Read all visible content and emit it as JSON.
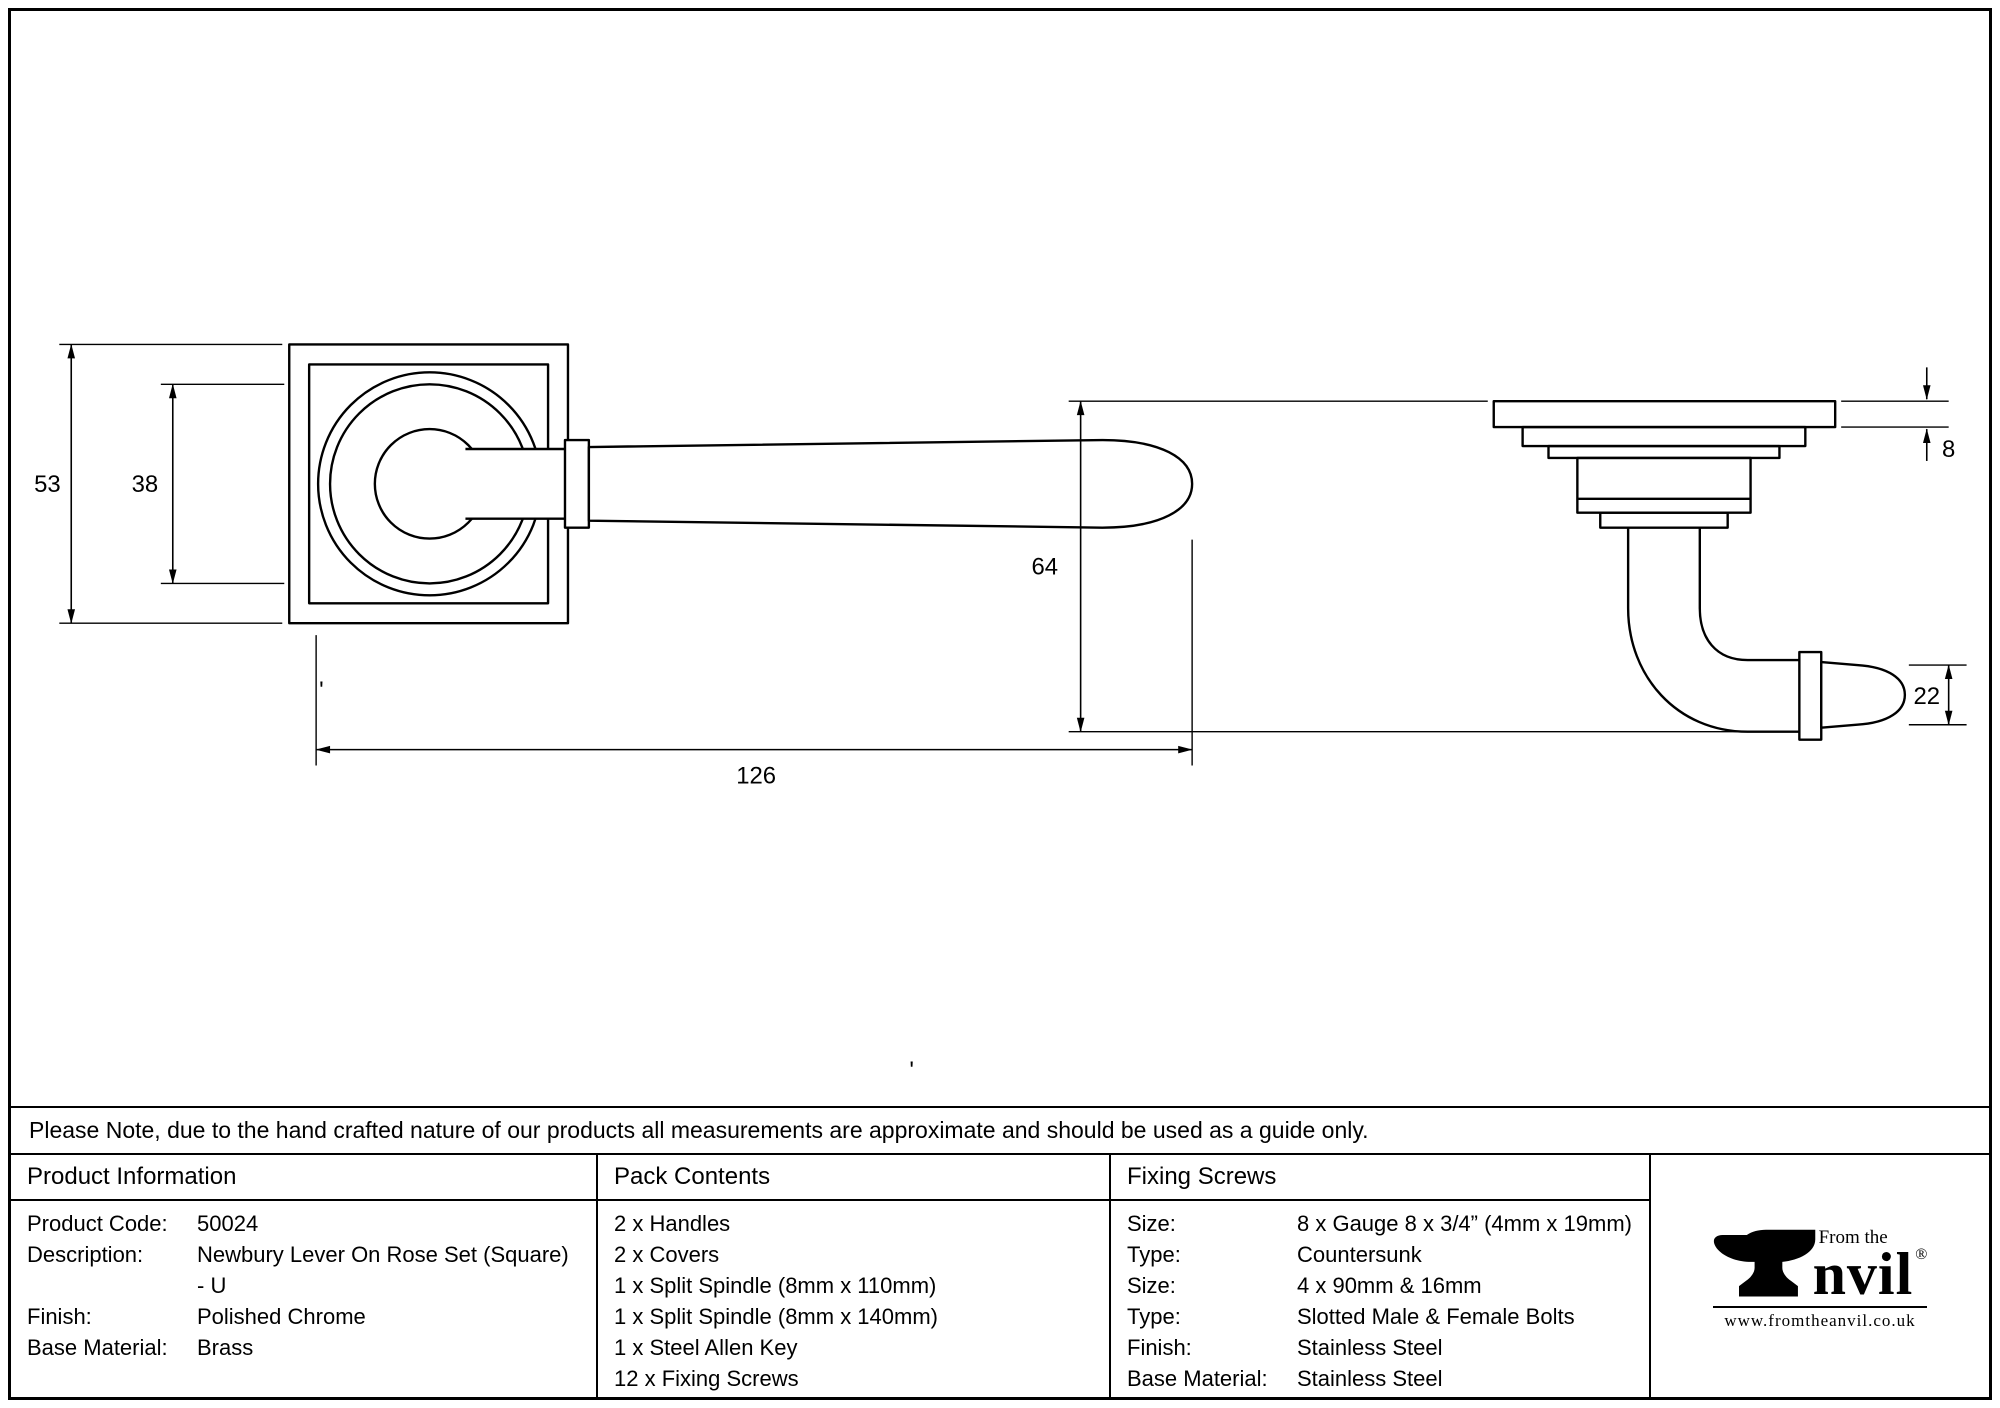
{
  "drawing": {
    "front_view": {
      "dim_height_outer": "53",
      "dim_height_inner": "38",
      "dim_length": "126"
    },
    "side_view": {
      "dim_rose_thickness": "8",
      "dim_projection": "64",
      "dim_grip": "22"
    },
    "artifact_marks": [
      "'",
      "'"
    ]
  },
  "note": "Please Note, due to the hand crafted nature of our products all measurements are approximate and should be used as a guide only.",
  "table": {
    "product_information": {
      "header": "Product Information",
      "rows": [
        {
          "label": "Product Code:",
          "value": "50024"
        },
        {
          "label": "Description:",
          "value": "Newbury Lever On Rose Set (Square) - U"
        },
        {
          "label": "Finish:",
          "value": "Polished Chrome"
        },
        {
          "label": "Base Material:",
          "value": "Brass"
        }
      ]
    },
    "pack_contents": {
      "header": "Pack Contents",
      "items": [
        "2 x Handles",
        "2 x Covers",
        "1 x Split Spindle (8mm x 110mm)",
        "1 x Split Spindle (8mm x 140mm)",
        "1 x Steel Allen Key",
        "12 x Fixing Screws"
      ]
    },
    "fixing_screws": {
      "header": "Fixing Screws",
      "rows": [
        {
          "label": "Size:",
          "value": "8 x Gauge 8 x 3/4” (4mm x 19mm)"
        },
        {
          "label": "Type:",
          "value": "Countersunk"
        },
        {
          "label": "Size:",
          "value": "4 x 90mm & 16mm"
        },
        {
          "label": "Type:",
          "value": "Slotted Male & Female Bolts"
        },
        {
          "label": "Finish:",
          "value": "Stainless Steel"
        },
        {
          "label": "Base Material:",
          "value": "Stainless Steel"
        }
      ]
    }
  },
  "logo": {
    "from_the": "From the",
    "brand_suffix": "nvil",
    "registered": "®",
    "url": "www.fromtheanvil.co.uk"
  }
}
